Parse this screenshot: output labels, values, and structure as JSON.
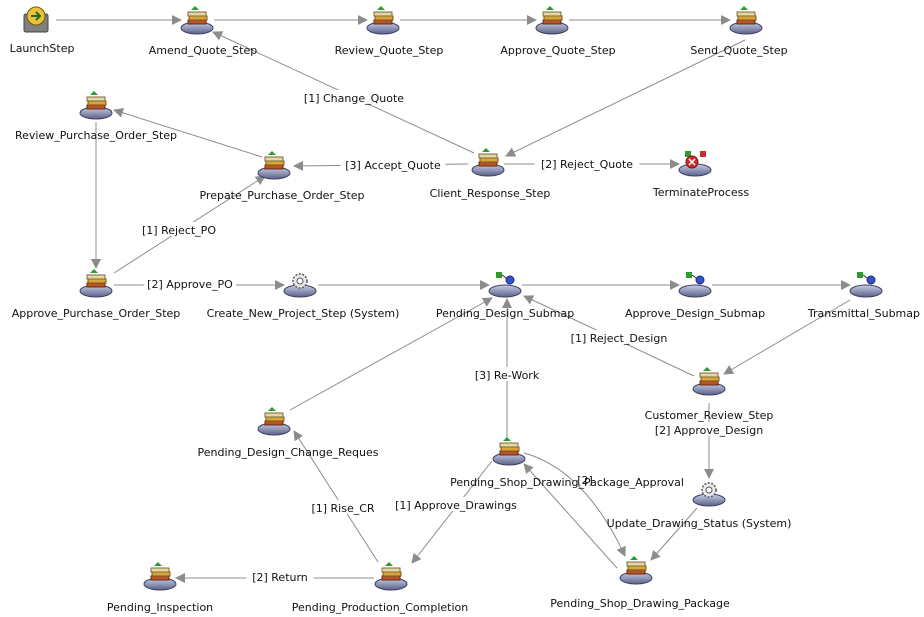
{
  "nodes": [
    {
      "id": "launch",
      "label": "LaunchStep",
      "icon": "launch-icon"
    },
    {
      "id": "amend",
      "label": "Amend_Quote_Step",
      "icon": "task-stack-icon"
    },
    {
      "id": "review_quote",
      "label": "Review_Quote_Step",
      "icon": "task-stack-icon"
    },
    {
      "id": "approve_quote",
      "label": "Approve_Quote_Step",
      "icon": "task-stack-icon"
    },
    {
      "id": "send_quote",
      "label": "Send_Quote_Step",
      "icon": "task-stack-icon"
    },
    {
      "id": "review_po",
      "label": "Review_Purchase_Order_Step",
      "icon": "task-stack-icon"
    },
    {
      "id": "prepare_po",
      "label": "Prepate_Purchase_Order_Step",
      "icon": "task-stack-icon"
    },
    {
      "id": "client_resp",
      "label": "Client_Response_Step",
      "icon": "task-stack-icon"
    },
    {
      "id": "terminate",
      "label": "TerminateProcess",
      "icon": "terminate-icon"
    },
    {
      "id": "approve_po",
      "label": "Approve_Purchase_Order_Step",
      "icon": "task-stack-icon"
    },
    {
      "id": "create_proj",
      "label": "Create_New_Project_Step (System)",
      "icon": "system-gear-icon"
    },
    {
      "id": "pending_design",
      "label": "Pending_Design_Submap",
      "icon": "submap-icon"
    },
    {
      "id": "approve_design",
      "label": "Approve_Design_Submap",
      "icon": "submap-icon"
    },
    {
      "id": "transmittal",
      "label": "Transmittal_Submap",
      "icon": "submap-icon"
    },
    {
      "id": "customer_review",
      "label": "Customer_Review_Step",
      "icon": "task-stack-icon"
    },
    {
      "id": "pending_dcr",
      "label": "Pending_Design_Change_Reques",
      "icon": "task-stack-icon"
    },
    {
      "id": "psdp_approval",
      "label": "Pending_Shop_Drawing_Package_Approval",
      "icon": "task-stack-icon"
    },
    {
      "id": "update_drawing",
      "label": "Update_Drawing_Status (System)",
      "icon": "system-gear-icon"
    },
    {
      "id": "pending_inspection",
      "label": "Pending_Inspection",
      "icon": "task-stack-icon"
    },
    {
      "id": "pending_prod",
      "label": "Pending_Production_Completion",
      "icon": "task-stack-icon"
    },
    {
      "id": "psdp",
      "label": "Pending_Shop_Drawing_Package",
      "icon": "task-stack-icon"
    }
  ],
  "edges": [
    {
      "from": "launch",
      "to": "amend",
      "label": ""
    },
    {
      "from": "amend",
      "to": "review_quote",
      "label": ""
    },
    {
      "from": "review_quote",
      "to": "approve_quote",
      "label": ""
    },
    {
      "from": "approve_quote",
      "to": "send_quote",
      "label": ""
    },
    {
      "from": "send_quote",
      "to": "client_resp",
      "label": ""
    },
    {
      "from": "client_resp",
      "to": "amend",
      "label": "[1] Change_Quote"
    },
    {
      "from": "client_resp",
      "to": "terminate",
      "label": "[2] Reject_Quote"
    },
    {
      "from": "client_resp",
      "to": "prepare_po",
      "label": "[3] Accept_Quote"
    },
    {
      "from": "prepare_po",
      "to": "review_po",
      "label": ""
    },
    {
      "from": "review_po",
      "to": "approve_po",
      "label": ""
    },
    {
      "from": "approve_po",
      "to": "prepare_po",
      "label": "[1] Reject_PO"
    },
    {
      "from": "approve_po",
      "to": "create_proj",
      "label": "[2] Approve_PO"
    },
    {
      "from": "create_proj",
      "to": "pending_design",
      "label": ""
    },
    {
      "from": "pending_design",
      "to": "approve_design",
      "label": ""
    },
    {
      "from": "approve_design",
      "to": "transmittal",
      "label": ""
    },
    {
      "from": "transmittal",
      "to": "customer_review",
      "label": ""
    },
    {
      "from": "customer_review",
      "to": "pending_design",
      "label": "[1] Reject_Design"
    },
    {
      "from": "customer_review",
      "to": "update_drawing",
      "label": "[2] Approve_Design"
    },
    {
      "from": "update_drawing",
      "to": "psdp",
      "label": ""
    },
    {
      "from": "psdp",
      "to": "psdp_approval",
      "label": ""
    },
    {
      "from": "psdp_approval",
      "to": "psdp",
      "label": "[2]"
    },
    {
      "from": "psdp_approval",
      "to": "pending_design",
      "label": "[3] Re-Work"
    },
    {
      "from": "psdp_approval",
      "to": "pending_prod",
      "label": "[1] Approve_Drawings"
    },
    {
      "from": "pending_prod",
      "to": "pending_dcr",
      "label": "[1] Rise_CR"
    },
    {
      "from": "pending_prod",
      "to": "pending_inspection",
      "label": "[2] Return"
    },
    {
      "from": "pending_dcr",
      "to": "pending_design",
      "label": ""
    }
  ]
}
